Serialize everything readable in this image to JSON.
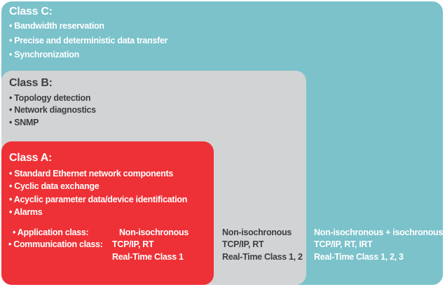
{
  "colors": {
    "teal": "#7bc2cb",
    "gray": "#d2d3d5",
    "red": "#ee3136",
    "white_text": "#ffffff",
    "dark_text": "#3d3e40"
  },
  "class_c": {
    "title": "Class C:",
    "items": [
      "• Bandwidth reservation",
      "• Precise and deterministic data transfer",
      "• Synchronization"
    ]
  },
  "class_b": {
    "title": "Class B:",
    "items": [
      "• Topology detection",
      "• Network diagnostics",
      "• SNMP"
    ]
  },
  "class_a": {
    "title": "Class A:",
    "items": [
      "• Standard Ethernet network components",
      "• Cyclic data exchange",
      "• Acyclic parameter data/device identification",
      "• Alarms"
    ]
  },
  "matrix": {
    "row_labels": [
      "• Application class:",
      "• Communication class:"
    ],
    "columns": [
      {
        "class": "A",
        "application": "Non-isochronous",
        "communication": [
          "TCP/IP, RT",
          "Real-Time Class 1"
        ]
      },
      {
        "class": "B",
        "application": "Non-isochronous",
        "communication": [
          "TCP/IP, RT",
          "Real-Time Class 1, 2"
        ]
      },
      {
        "class": "C",
        "application": "Non-isochronous + isochronous",
        "communication": [
          "TCP/IP, RT, IRT",
          "Real-Time Class 1, 2, 3"
        ]
      }
    ]
  }
}
